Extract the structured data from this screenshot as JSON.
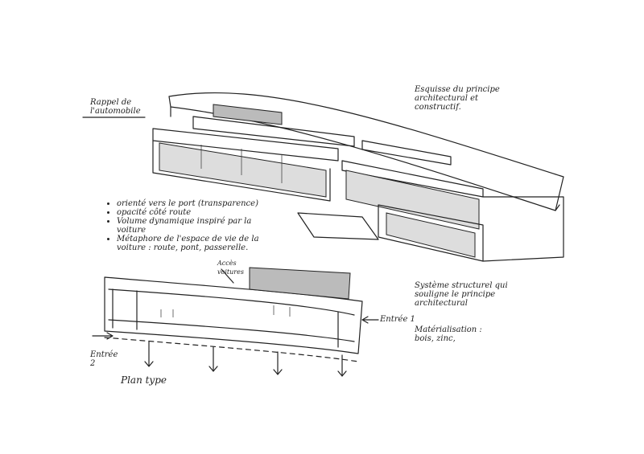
{
  "notes": {
    "title_sketch": "Rappel de l'automobile",
    "principle": "Esquisse du principe architectural et constructif.",
    "bullets": [
      "orienté vers le port (transparence)",
      "opacité côté route",
      "Volume dynamique inspiré par la voiture",
      "Métaphore de l'espace de vie de la voiture : route, pont, passerelle."
    ],
    "structure": "Système structurel qui souligne le principe architectural",
    "materials": "Matérialisation : bois, zinc,",
    "entry_1": "Entrée 1",
    "entry_2": "Entrée 2",
    "access": "Accès voitures",
    "plan_label": "Plan type"
  }
}
